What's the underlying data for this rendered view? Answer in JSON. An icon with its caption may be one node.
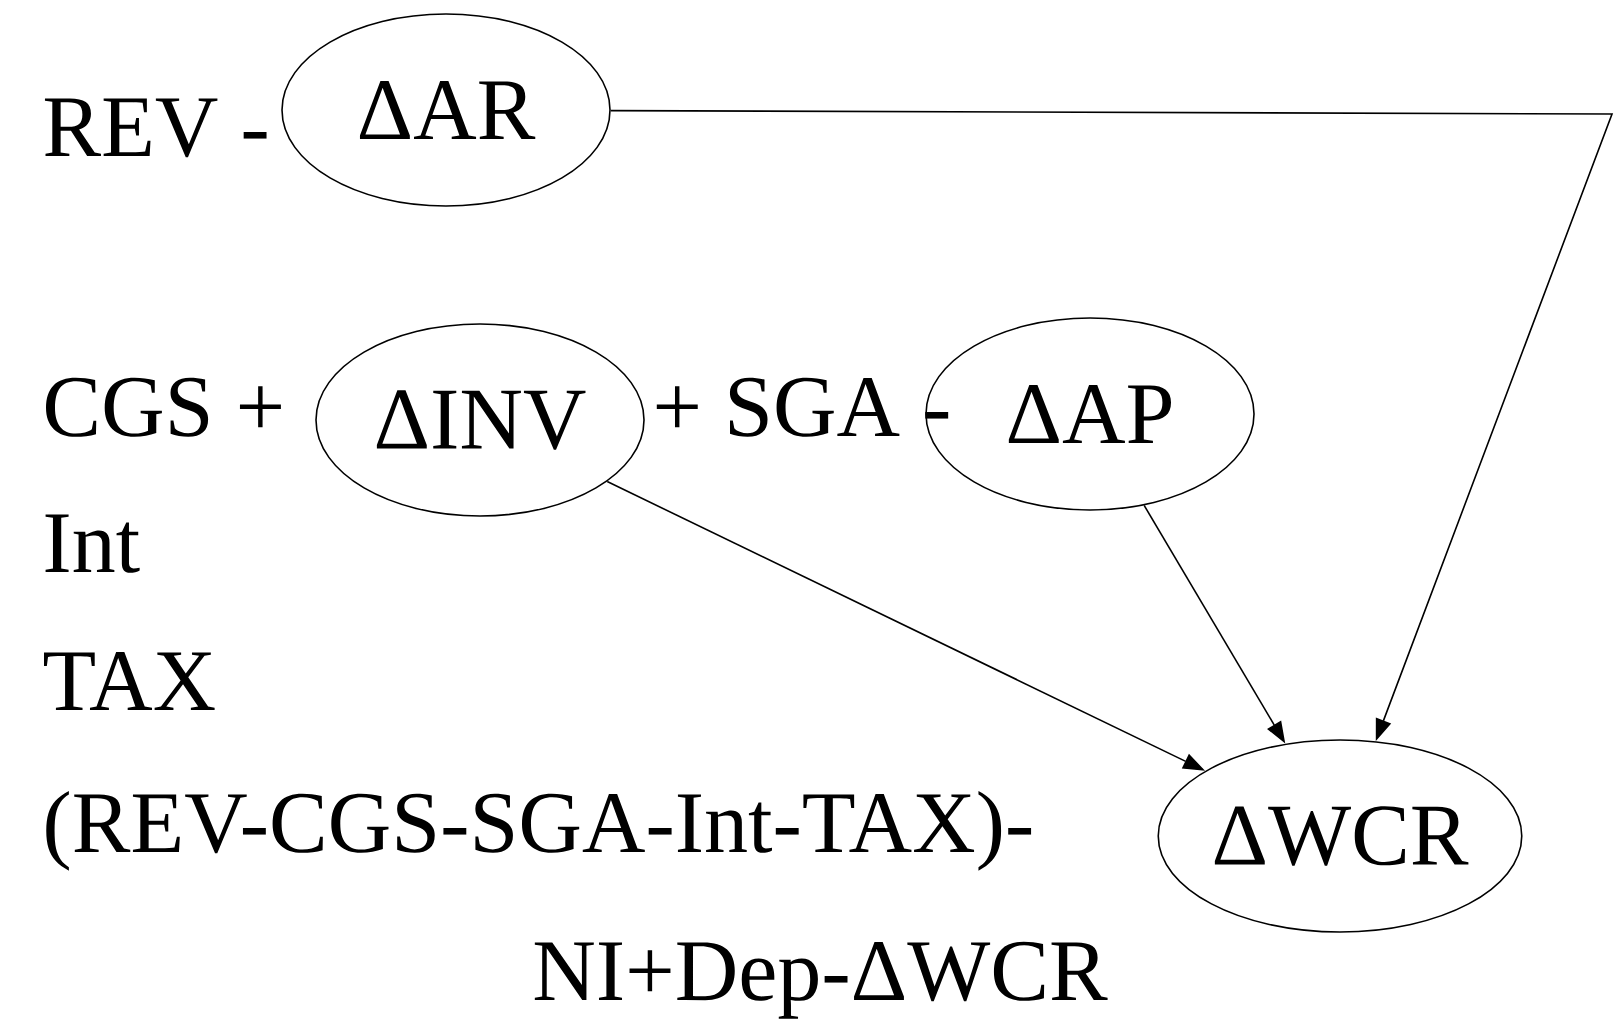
{
  "diagram": {
    "nodes": [
      {
        "text": [
          "ΔAR"
        ]
      },
      {
        "text": [
          "ΔINV"
        ]
      },
      {
        "text": [
          "ΔAP"
        ]
      },
      {
        "text": [
          "ΔWCR"
        ]
      }
    ],
    "edges": [
      {
        "from": 0,
        "to": 3,
        "arrow": "to"
      },
      {
        "from": 1,
        "to": 3,
        "arrow": "to"
      },
      {
        "from": 2,
        "to": 3,
        "arrow": "to"
      }
    ],
    "labels": [
      "REV -",
      "CGS +",
      "+ SGA -",
      "Int",
      "TAX",
      "(REV-CGS-SGA-Int-TAX)-",
      "NI+Dep-ΔWCR"
    ]
  }
}
